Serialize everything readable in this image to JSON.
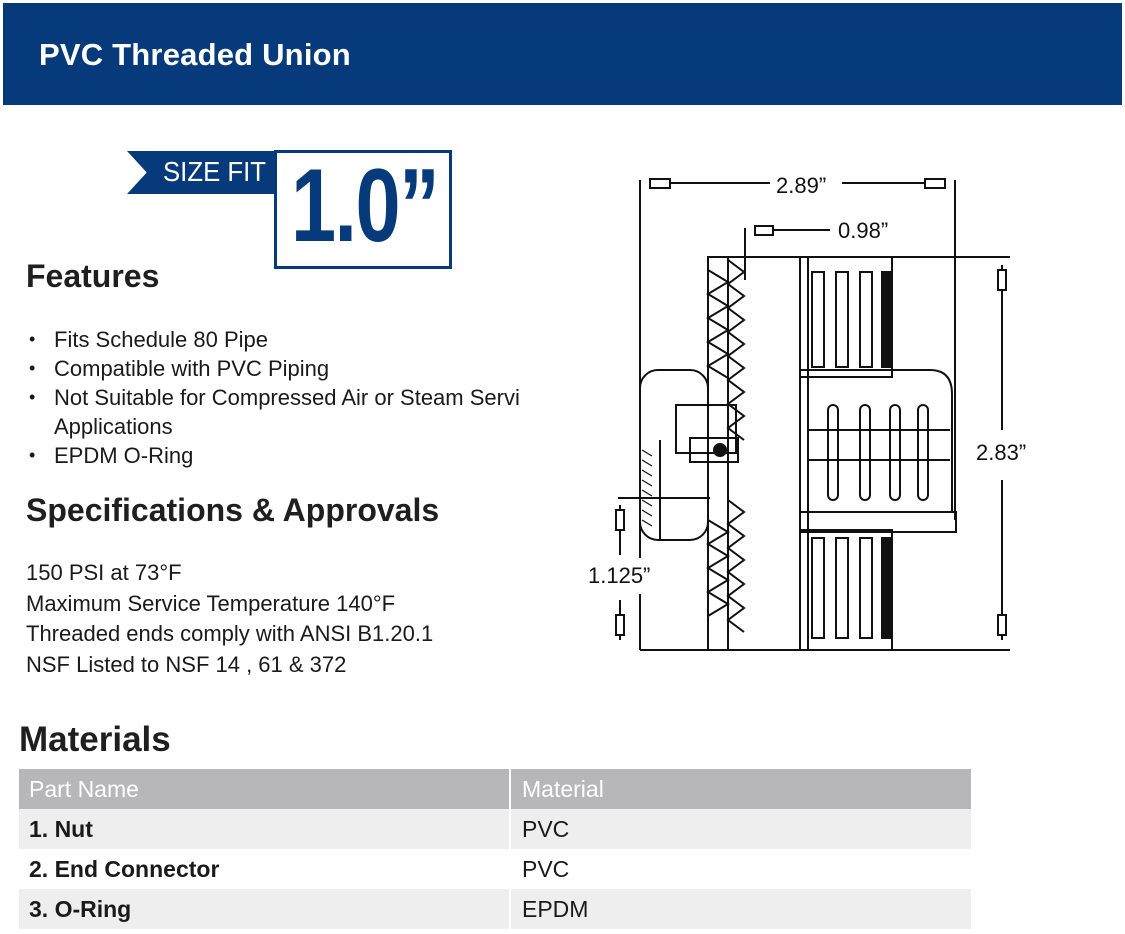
{
  "header": {
    "title": "PVC Threaded Union"
  },
  "badge": {
    "label": "SIZE FIT",
    "size": "1.0”"
  },
  "features": {
    "heading": "Features",
    "items": [
      "Fits Schedule 80 Pipe",
      "Compatible with PVC Piping",
      "Not Suitable for Compressed Air or Steam Service Applications",
      "EPDM O-Ring"
    ],
    "wrapped_line_1": "Not Suitable for Compressed Air or Steam Servi",
    "wrapped_line_2": "Applications"
  },
  "specs": {
    "heading": "Specifications & Approvals",
    "lines": [
      "150 PSI at 73°F",
      "Maximum Service Temperature 140°F",
      "Threaded ends comply with ANSI B1.20.1",
      "NSF Listed to NSF 14 , 61 & 372"
    ]
  },
  "diagram": {
    "dims": {
      "overall_length": "2.89”",
      "end_length": "0.98”",
      "overall_height": "2.83”",
      "thread_height": "1.125”"
    }
  },
  "materials": {
    "heading": "Materials",
    "columns": [
      "Part Name",
      "Material"
    ],
    "rows": [
      {
        "part": "1. Nut",
        "material": "PVC"
      },
      {
        "part": "2. End Connector",
        "material": "PVC"
      },
      {
        "part": "3. O-Ring",
        "material": "EPDM"
      }
    ]
  },
  "colors": {
    "brand": "#063a7a",
    "table_header": "#b7b7b9",
    "row_alt": "#eeeeef"
  }
}
